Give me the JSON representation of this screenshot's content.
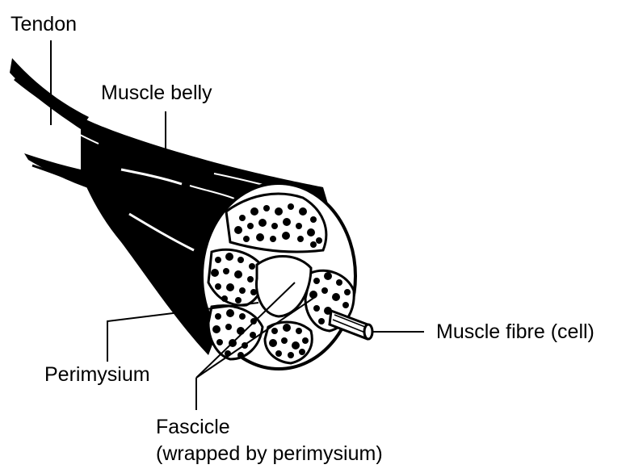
{
  "labels": {
    "tendon": "Tendon",
    "muscle_belly": "Muscle belly",
    "muscle_fibre": "Muscle fibre (cell)",
    "perimysium": "Perimysium",
    "fascicle": "Fascicle",
    "fascicle_note": "(wrapped by perimysium)"
  },
  "colors": {
    "ink": "#000000",
    "paper": "#ffffff"
  }
}
